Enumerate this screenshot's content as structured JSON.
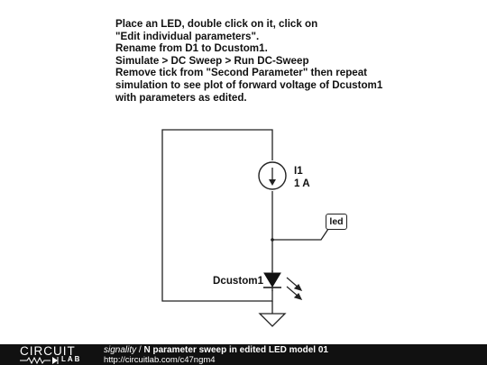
{
  "instructions": {
    "lines": [
      "Place an LED, double click on it, click on",
      "\"Edit individual parameters\".",
      "Rename from D1 to Dcustom1.",
      "Simulate > DC Sweep > Run DC-Sweep",
      "Remove tick from \"Second Parameter\" then repeat",
      "simulation to see plot of forward voltage of Dcustom1",
      "with parameters as edited."
    ]
  },
  "schematic": {
    "current_source": {
      "name": "I1",
      "value": "1 A"
    },
    "diode": {
      "name": "Dcustom1"
    },
    "net_label": "led"
  },
  "footer": {
    "logo_top": "CIRCUIT",
    "logo_bottom": "LAB",
    "user": "signality",
    "separator": " / ",
    "title": "N parameter sweep in edited LED model 01",
    "url": "http://circuitlab.com/c47ngm4"
  },
  "colors": {
    "wire": "#222222",
    "footer_bg": "#111111"
  }
}
